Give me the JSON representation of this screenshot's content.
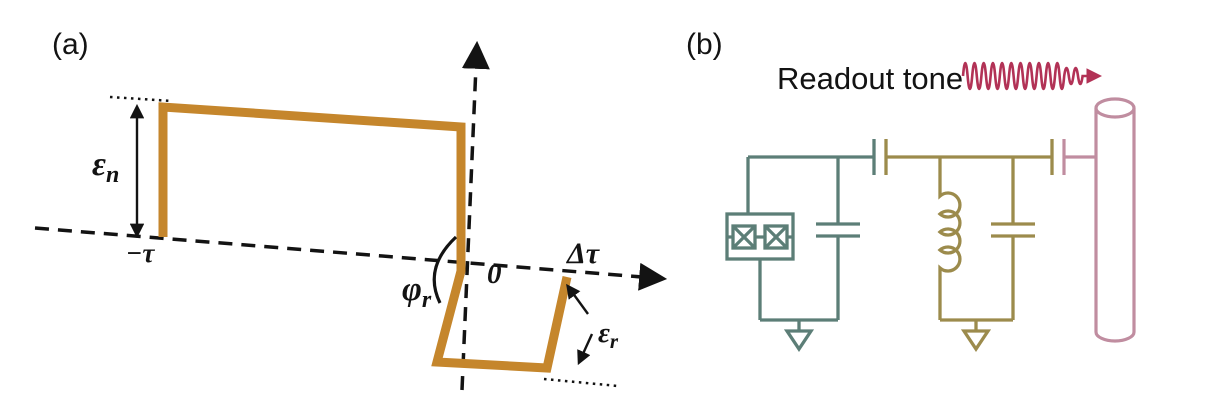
{
  "figure": {
    "background": "#ffffff",
    "ink": "#131313"
  },
  "panel_a": {
    "label": "(a)",
    "pulse_color": "#c5862c",
    "labels": {
      "eps_n_base": "ε",
      "eps_n_sub": "n",
      "minus_tau": "−τ",
      "phi_r_base": "φ",
      "phi_r_sub": "r",
      "zero": "0",
      "delta_tau": "Δτ",
      "eps_r_base": "ε",
      "eps_r_sub": "r"
    }
  },
  "panel_b": {
    "label": "(b)",
    "readout_tone_label": "Readout tone",
    "colors": {
      "tone": "#b23256",
      "qubit": "#5c7e77",
      "resonator": "#9c8b4c",
      "feedline": "#c08da0"
    }
  }
}
